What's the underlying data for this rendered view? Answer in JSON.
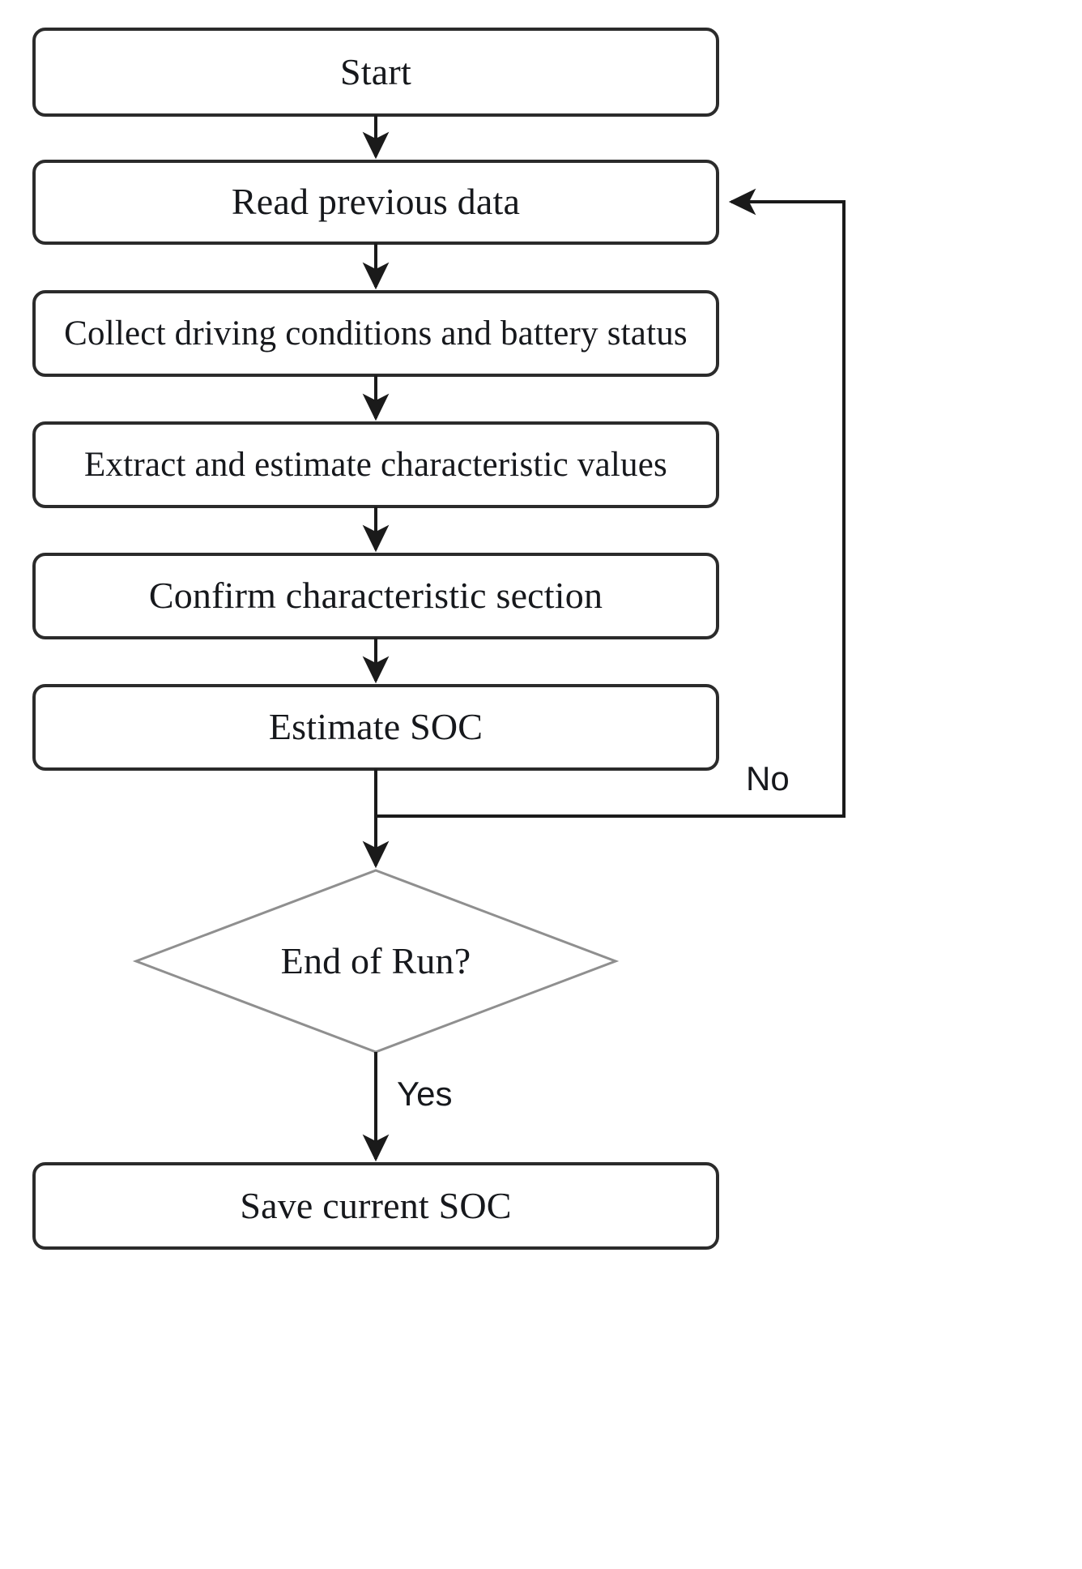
{
  "diagram": {
    "type": "flowchart",
    "title": "SOC estimation run flowchart",
    "orientation": "top-to-bottom",
    "colors": {
      "background": "#ffffff",
      "process_border": "#2b2b2b",
      "decision_border": "#8c8c8c",
      "connector": "#1a1a1a",
      "text": "#16181c"
    },
    "nodes": [
      {
        "id": "start",
        "shape": "rounded-rectangle",
        "label": "Start"
      },
      {
        "id": "read",
        "shape": "rounded-rectangle",
        "label": "Read previous data"
      },
      {
        "id": "collect",
        "shape": "rounded-rectangle",
        "label": "Collect driving conditions and battery status"
      },
      {
        "id": "extract",
        "shape": "rounded-rectangle",
        "label": "Extract and estimate characteristic values"
      },
      {
        "id": "confirm",
        "shape": "rounded-rectangle",
        "label": "Confirm characteristic section"
      },
      {
        "id": "estimate",
        "shape": "rounded-rectangle",
        "label": "Estimate SOC"
      },
      {
        "id": "decision",
        "shape": "diamond",
        "label": "End of Run?"
      },
      {
        "id": "save",
        "shape": "rounded-rectangle",
        "label": "Save current SOC"
      }
    ],
    "edges": [
      {
        "id": "e-start-read",
        "from": "start",
        "to": "read",
        "label": ""
      },
      {
        "id": "e-read-collect",
        "from": "read",
        "to": "collect",
        "label": ""
      },
      {
        "id": "e-collect-extract",
        "from": "collect",
        "to": "extract",
        "label": ""
      },
      {
        "id": "e-extract-confirm",
        "from": "extract",
        "to": "confirm",
        "label": ""
      },
      {
        "id": "e-confirm-estimate",
        "from": "confirm",
        "to": "estimate",
        "label": ""
      },
      {
        "id": "e-estimate-decision",
        "from": "estimate",
        "to": "decision",
        "label": ""
      },
      {
        "id": "e-decision-read",
        "from": "decision",
        "to": "read",
        "label": "No"
      },
      {
        "id": "e-decision-save",
        "from": "decision",
        "to": "save",
        "label": "Yes"
      }
    ],
    "edge_labels": {
      "no": "No",
      "yes": "Yes"
    }
  }
}
